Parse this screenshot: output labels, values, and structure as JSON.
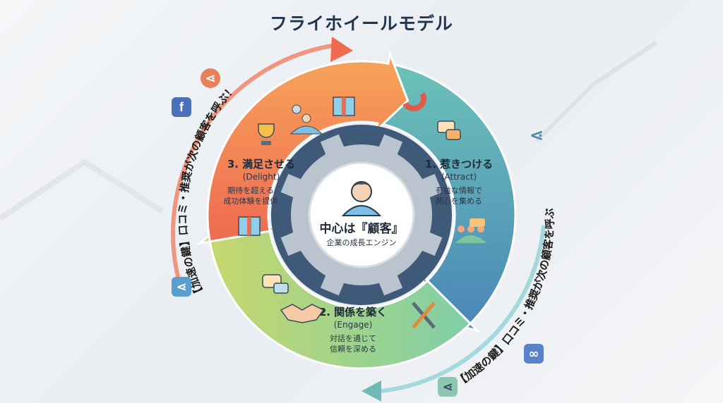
{
  "title": "フライホイールモデル",
  "center": {
    "title": "中心は『顧客』",
    "subtitle": "企業の成長エンジン"
  },
  "stages": [
    {
      "title": "1. 惹きつける",
      "english": "(Attract)",
      "desc": [
        "有益な情報で",
        "関心を集める"
      ],
      "color": "#5ea9c4"
    },
    {
      "title": "2. 関係を築く",
      "english": "(Engage)",
      "desc": [
        "対話を通じて",
        "信頼を深める"
      ],
      "color": "#9fd08f"
    },
    {
      "title": "3. 満足させる",
      "english": "(Delight)",
      "desc": [
        "期待を超える",
        "成功体験を提供"
      ],
      "color": "#f08a5a"
    }
  ],
  "accelerators": {
    "left": "【加速の鍵】口コミ・推奨が次の顧客を呼ぶ！",
    "right": "【加速の鍵】口コミ・推奨が次の顧客を呼ぶ"
  },
  "icons": [
    "share-icon",
    "facebook-icon",
    "link-icon",
    "trophy-icon",
    "gift-icon",
    "celebrating-people-icon",
    "magnet-icon",
    "chat-icon",
    "group-icon",
    "handshake-icon",
    "tools-icon",
    "customer-avatar-icon",
    "gear-icon"
  ]
}
